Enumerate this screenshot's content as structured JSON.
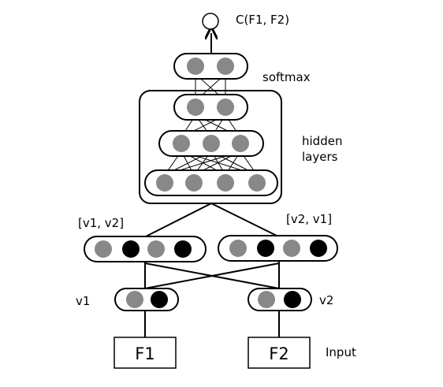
{
  "labels": {
    "output": "C(F1, F2)",
    "softmax": "softmax",
    "hidden_line1": "hidden",
    "hidden_line2": "layers",
    "pair_left": "[v1, v2]",
    "pair_right": "[v2, v1]",
    "v1": "v1",
    "v2": "v2",
    "input": "Input",
    "box_f1": "F1",
    "box_f2": "F2"
  },
  "colors": {
    "node_gray": "#888888",
    "node_black": "#000000",
    "stroke": "#000000"
  }
}
